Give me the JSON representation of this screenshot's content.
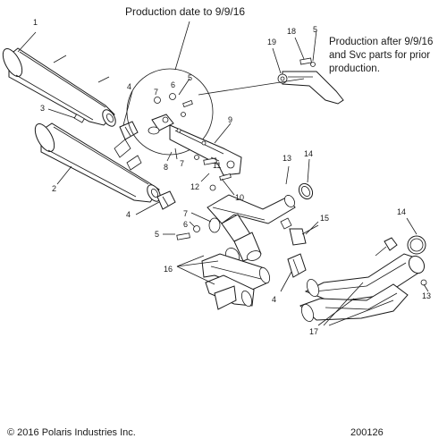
{
  "notes": {
    "production_before": "Production date to 9/9/16",
    "production_after_lines": [
      "Production after 9/9/16",
      "and Svc parts for prior",
      "production."
    ]
  },
  "callouts": [
    {
      "id": "c1",
      "label": "1"
    },
    {
      "id": "c2",
      "label": "2"
    },
    {
      "id": "c3",
      "label": "3"
    },
    {
      "id": "c4a",
      "label": "4"
    },
    {
      "id": "c4b",
      "label": "4"
    },
    {
      "id": "c4c",
      "label": "4"
    },
    {
      "id": "c5a",
      "label": "5"
    },
    {
      "id": "c5b",
      "label": "5"
    },
    {
      "id": "c5c",
      "label": "5"
    },
    {
      "id": "c6a",
      "label": "6"
    },
    {
      "id": "c6b",
      "label": "6"
    },
    {
      "id": "c7a",
      "label": "7"
    },
    {
      "id": "c7b",
      "label": "7"
    },
    {
      "id": "c7c",
      "label": "7"
    },
    {
      "id": "c8",
      "label": "8"
    },
    {
      "id": "c9",
      "label": "9"
    },
    {
      "id": "c10",
      "label": "10"
    },
    {
      "id": "c11",
      "label": "11"
    },
    {
      "id": "c12",
      "label": "12"
    },
    {
      "id": "c13a",
      "label": "13"
    },
    {
      "id": "c13b",
      "label": "13"
    },
    {
      "id": "c14a",
      "label": "14"
    },
    {
      "id": "c14b",
      "label": "14"
    },
    {
      "id": "c15",
      "label": "15"
    },
    {
      "id": "c16",
      "label": "16"
    },
    {
      "id": "c17",
      "label": "17"
    },
    {
      "id": "c18",
      "label": "18"
    },
    {
      "id": "c19",
      "label": "19"
    }
  ],
  "footer": {
    "copyright": "© 2016 Polaris Industries Inc.",
    "diagram_number": "200126"
  }
}
